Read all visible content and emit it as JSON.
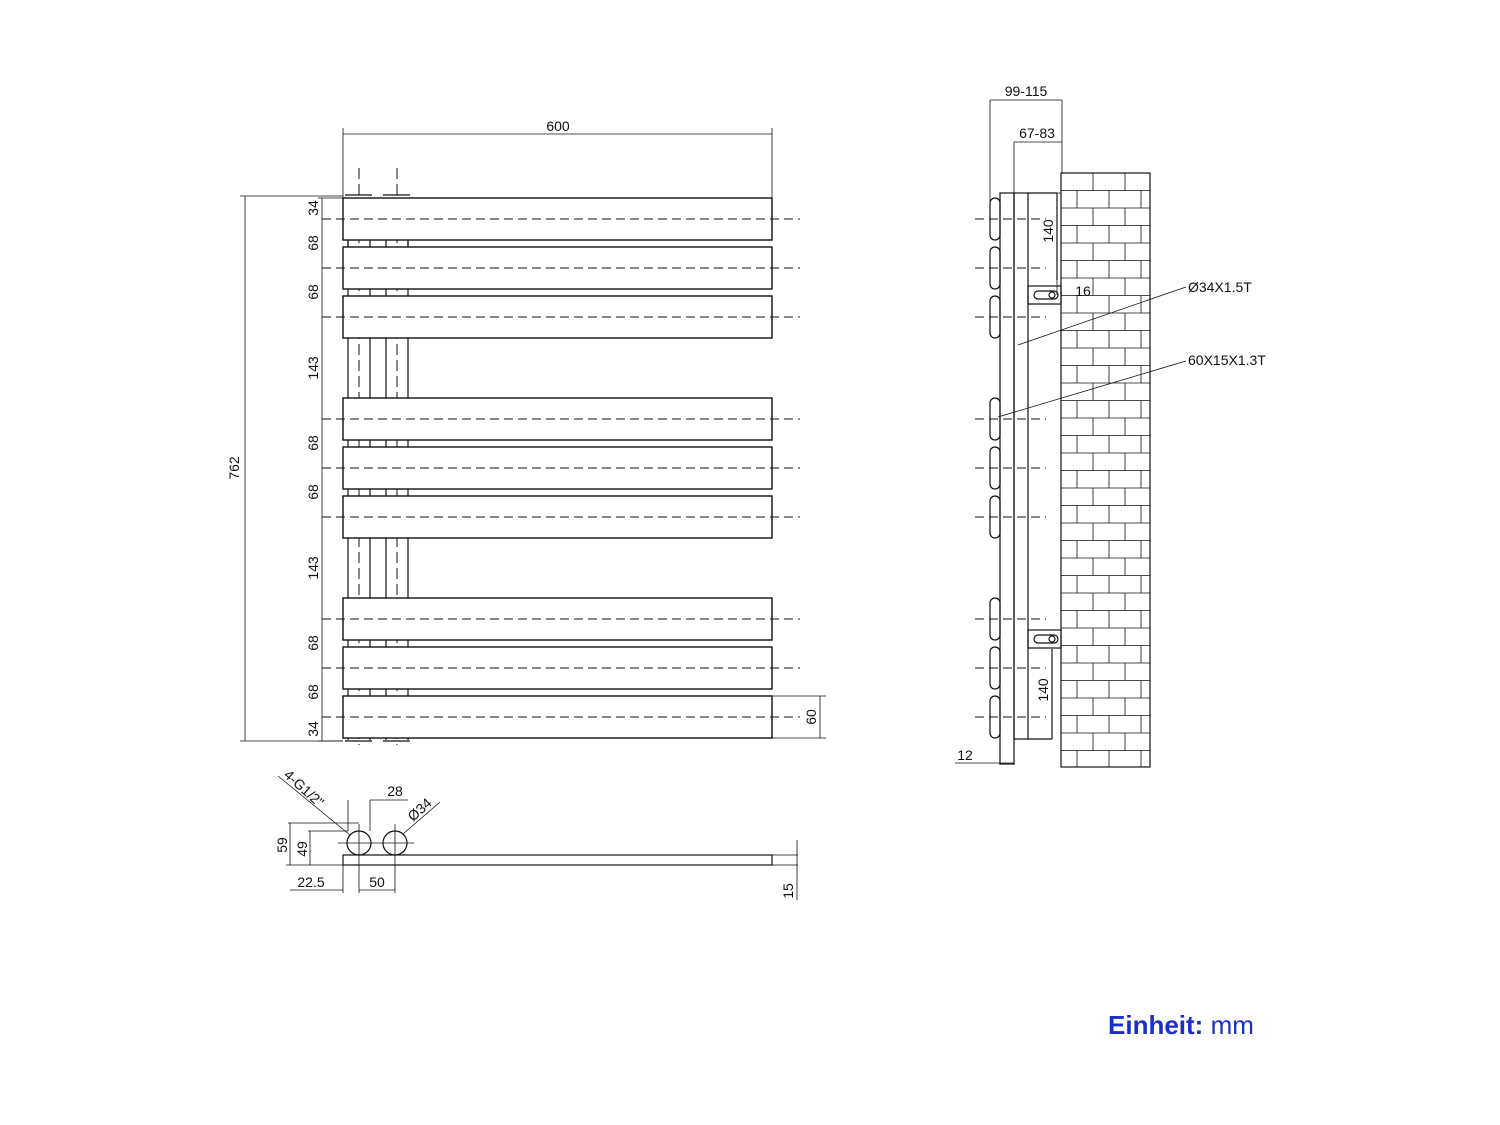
{
  "front_view": {
    "width_label": "600",
    "height_label": "762",
    "spacing_labels": [
      "34",
      "68",
      "68",
      "143",
      "68",
      "68",
      "143",
      "68",
      "68",
      "34"
    ],
    "bar_height_label": "60"
  },
  "bottom_view": {
    "thread_label": "4-G1/2\"",
    "dim_28": "28",
    "diameter_label": "Ø34",
    "dim_59": "59",
    "dim_49": "49",
    "dim_22_5": "22.5",
    "dim_50": "50",
    "dim_15": "15"
  },
  "side_view": {
    "depth_total": "99-115",
    "depth_inner": "67-83",
    "bracket_top": "140",
    "bracket_bottom": "140",
    "bracket_gap": "16",
    "pipe_spec": "Ø34X1.5T",
    "bar_spec": "60X15X1.3T",
    "thickness": "12"
  },
  "unit": {
    "label": "Einheit:",
    "value": "mm",
    "color": "#1a2fc9"
  }
}
